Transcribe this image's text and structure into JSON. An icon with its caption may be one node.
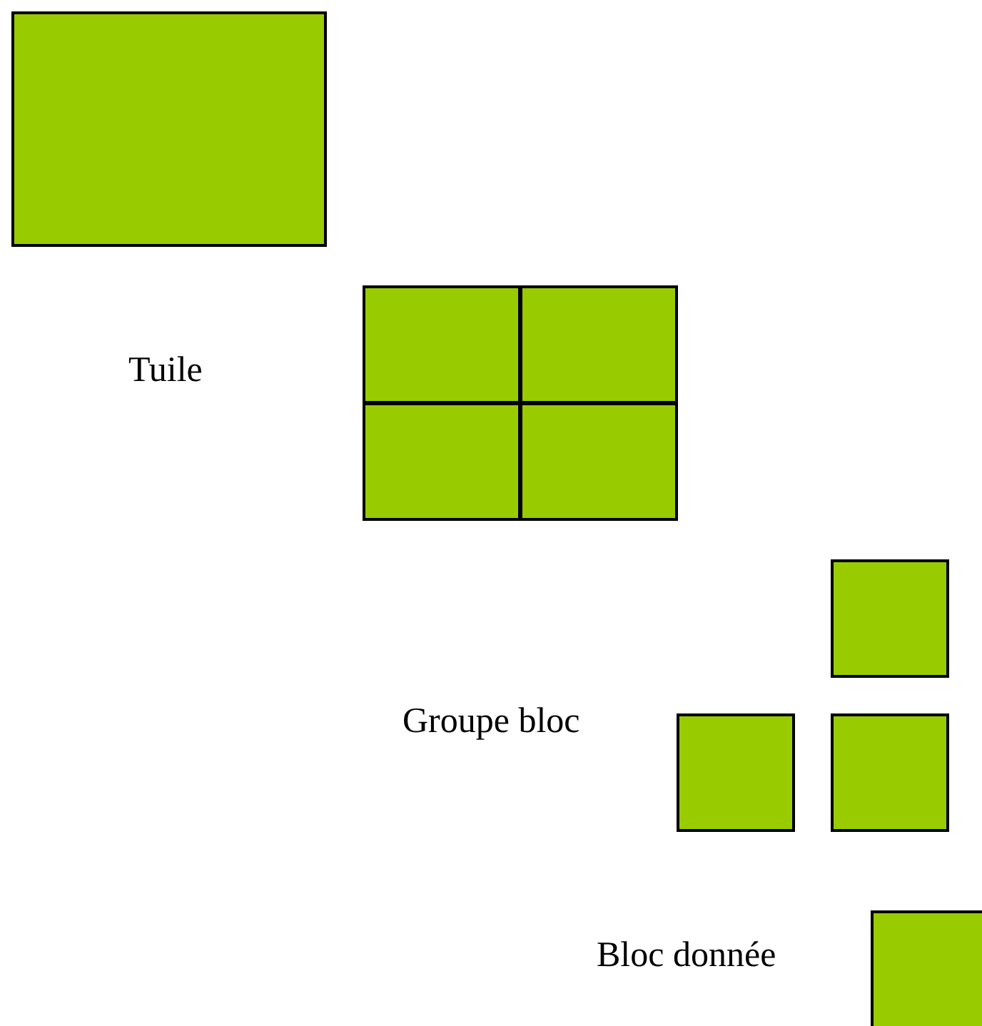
{
  "diagram": {
    "nodes": [
      {
        "text": [],
        "shape": "box"
      },
      {
        "text": [],
        "shape": "box"
      },
      {
        "text": [],
        "shape": "box"
      },
      {
        "text": [],
        "shape": "box"
      },
      {
        "text": [],
        "shape": "box"
      },
      {
        "text": [],
        "shape": "box"
      },
      {
        "text": [],
        "shape": "box"
      },
      {
        "text": [],
        "shape": "box"
      },
      {
        "text": [],
        "shape": "box"
      }
    ],
    "labels": [
      "Tuile",
      "Groupe bloc",
      "Bloc donnée"
    ]
  }
}
